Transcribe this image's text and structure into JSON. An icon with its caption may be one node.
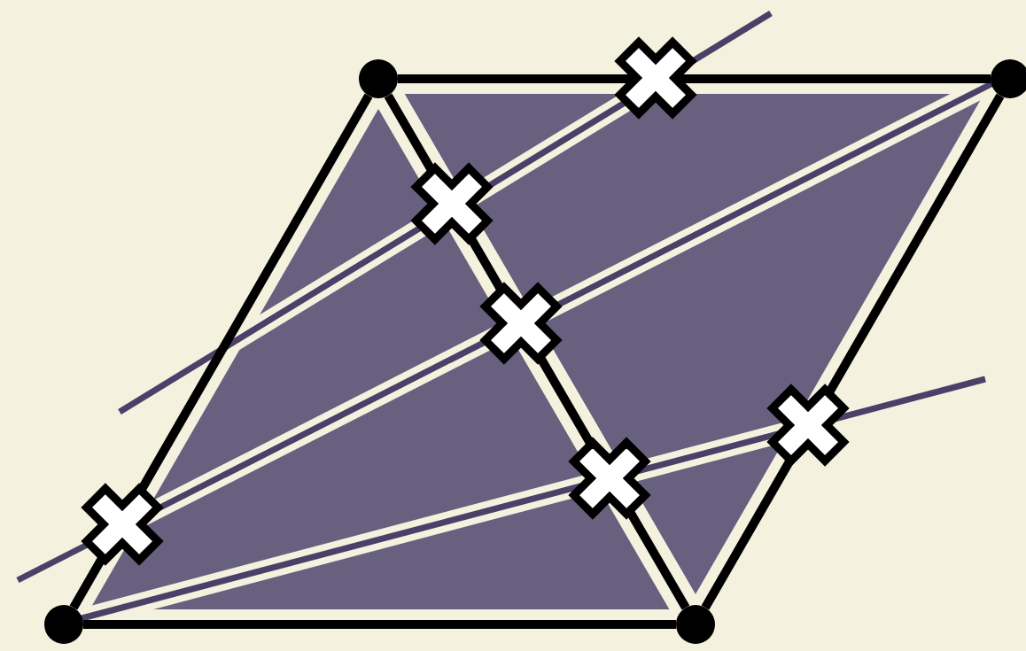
{
  "diagram": {
    "nodes": [
      {
        "text": [],
        "shape": "circle"
      },
      {
        "text": [],
        "shape": "circle"
      },
      {
        "text": [],
        "shape": "circle"
      },
      {
        "text": [],
        "shape": "circle"
      }
    ],
    "edges": [
      {
        "from": 0,
        "to": 1,
        "arrow": "none"
      },
      {
        "from": 0,
        "to": 2,
        "arrow": "none"
      },
      {
        "from": 1,
        "to": 3,
        "arrow": "none"
      },
      {
        "from": 2,
        "to": 3,
        "arrow": "none"
      },
      {
        "from": 0,
        "to": 3,
        "arrow": "none"
      }
    ]
  }
}
